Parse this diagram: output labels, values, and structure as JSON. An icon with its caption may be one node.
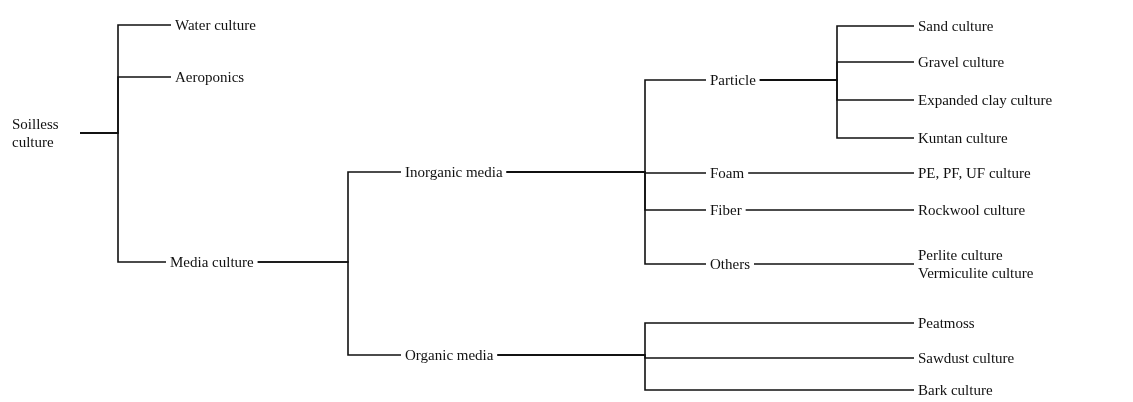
{
  "diagram": {
    "nodes": [
      {
        "text": [
          "Soilless culture"
        ]
      },
      {
        "text": [
          "Water culture"
        ]
      },
      {
        "text": [
          "Aeroponics"
        ]
      },
      {
        "text": [
          "Media culture"
        ]
      },
      {
        "text": [
          "Inorganic media"
        ]
      },
      {
        "text": [
          "Organic media"
        ]
      },
      {
        "text": [
          "Particle"
        ]
      },
      {
        "text": [
          "Foam"
        ]
      },
      {
        "text": [
          "Fiber"
        ]
      },
      {
        "text": [
          "Others"
        ]
      },
      {
        "text": [
          "Sand culture"
        ]
      },
      {
        "text": [
          "Gravel culture"
        ]
      },
      {
        "text": [
          "Expanded clay culture"
        ]
      },
      {
        "text": [
          "Kuntan culture"
        ]
      },
      {
        "text": [
          "PE, PF, UF culture"
        ]
      },
      {
        "text": [
          "Rockwool culture"
        ]
      },
      {
        "text": [
          "Perlite culture",
          "Vermiculite culture"
        ]
      },
      {
        "text": [
          "Peatmoss"
        ]
      },
      {
        "text": [
          "Sawdust culture"
        ]
      },
      {
        "text": [
          "Bark culture"
        ]
      }
    ],
    "edges": [
      {
        "from": 0,
        "to": 1,
        "arrow": "none"
      },
      {
        "from": 0,
        "to": 2,
        "arrow": "none"
      },
      {
        "from": 0,
        "to": 3,
        "arrow": "none"
      },
      {
        "from": 3,
        "to": 4,
        "arrow": "none"
      },
      {
        "from": 3,
        "to": 5,
        "arrow": "none"
      },
      {
        "from": 4,
        "to": 6,
        "arrow": "none"
      },
      {
        "from": 4,
        "to": 7,
        "arrow": "none"
      },
      {
        "from": 4,
        "to": 8,
        "arrow": "none"
      },
      {
        "from": 4,
        "to": 9,
        "arrow": "none"
      },
      {
        "from": 6,
        "to": 10,
        "arrow": "none"
      },
      {
        "from": 6,
        "to": 11,
        "arrow": "none"
      },
      {
        "from": 6,
        "to": 12,
        "arrow": "none"
      },
      {
        "from": 6,
        "to": 13,
        "arrow": "none"
      },
      {
        "from": 7,
        "to": 14,
        "arrow": "none"
      },
      {
        "from": 8,
        "to": 15,
        "arrow": "none"
      },
      {
        "from": 9,
        "to": 16,
        "arrow": "none"
      },
      {
        "from": 5,
        "to": 17,
        "arrow": "none"
      },
      {
        "from": 5,
        "to": 18,
        "arrow": "none"
      },
      {
        "from": 5,
        "to": 19,
        "arrow": "none"
      }
    ]
  }
}
